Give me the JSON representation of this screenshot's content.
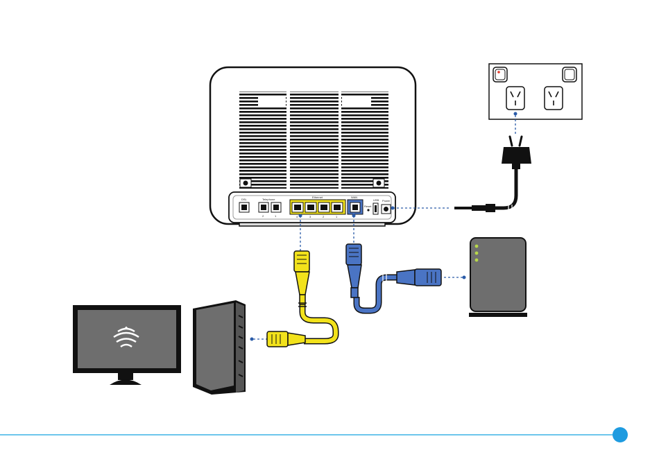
{
  "router": {
    "port_labels": {
      "dsl": "DSL",
      "telephone": "Telephone",
      "ethernet": "Ethernet",
      "wan": "WAN",
      "usb": "USB",
      "power": "Power",
      "reset": "Reset"
    },
    "telephone_numbers": [
      "2",
      "1"
    ],
    "ethernet_numbers": [
      "4",
      "3",
      "2",
      "1"
    ]
  },
  "colors": {
    "ethernet_cable": "#f2e21b",
    "wan_cable": "#4a74c4",
    "connector_line": "#2a5ba8",
    "accent_line": "#3cb4e6",
    "device_gray": "#6e6e6e",
    "outline": "#111111",
    "led_green": "#b8d84a",
    "switch_red": "#e23a2a"
  },
  "icons": {
    "router": "router-back-panel-icon",
    "wall_outlet": "power-outlet-icon",
    "power_plug": "power-plug-icon",
    "modem": "nbn-box-icon",
    "monitor": "monitor-icon",
    "computer": "desktop-tower-icon",
    "wifi": "wifi-icon",
    "page_marker": "circle-marker-icon"
  }
}
